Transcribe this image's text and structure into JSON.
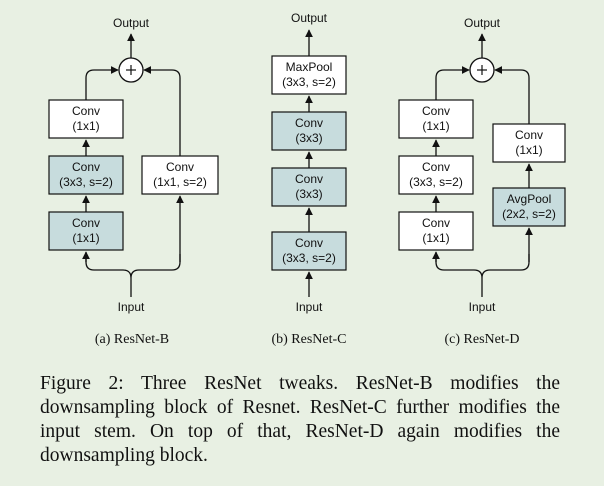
{
  "colors": {
    "background": "#e8f0e3",
    "shaded": "#c7dcdd",
    "plain": "#ffffff",
    "stroke": "#111111"
  },
  "panels": [
    {
      "id": "resnet-b",
      "output_label": "Output",
      "input_label": "Input",
      "subcaption": "(a) ResNet-B",
      "main_path": [
        {
          "line1": "Conv",
          "line2": "(1x1)",
          "shaded": true
        },
        {
          "line1": "Conv",
          "line2": "(3x3, s=2)",
          "shaded": true
        },
        {
          "line1": "Conv",
          "line2": "(1x1)",
          "shaded": false
        }
      ],
      "shortcut_path": [
        {
          "line1": "Conv",
          "line2": "(1x1, s=2)",
          "shaded": false
        }
      ]
    },
    {
      "id": "resnet-c",
      "output_label": "Output",
      "input_label": "Input",
      "subcaption": "(b) ResNet-C",
      "main_path": [
        {
          "line1": "Conv",
          "line2": "(3x3, s=2)",
          "shaded": true
        },
        {
          "line1": "Conv",
          "line2": "(3x3)",
          "shaded": true
        },
        {
          "line1": "Conv",
          "line2": "(3x3)",
          "shaded": true
        },
        {
          "line1": "MaxPool",
          "line2": "(3x3, s=2)",
          "shaded": false
        }
      ]
    },
    {
      "id": "resnet-d",
      "output_label": "Output",
      "input_label": "Input",
      "subcaption": "(c) ResNet-D",
      "main_path": [
        {
          "line1": "Conv",
          "line2": "(1x1)",
          "shaded": false
        },
        {
          "line1": "Conv",
          "line2": "(3x3, s=2)",
          "shaded": false
        },
        {
          "line1": "Conv",
          "line2": "(1x1)",
          "shaded": false
        }
      ],
      "shortcut_path": [
        {
          "line1": "AvgPool",
          "line2": "(2x2, s=2)",
          "shaded": true
        },
        {
          "line1": "Conv",
          "line2": "(1x1)",
          "shaded": false
        }
      ]
    }
  ],
  "caption": "Figure 2: Three ResNet tweaks. ResNet-B modifies the downsampling block of Resnet. ResNet-C further modifies the input stem. On top of that, ResNet-D again modifies the downsampling block."
}
